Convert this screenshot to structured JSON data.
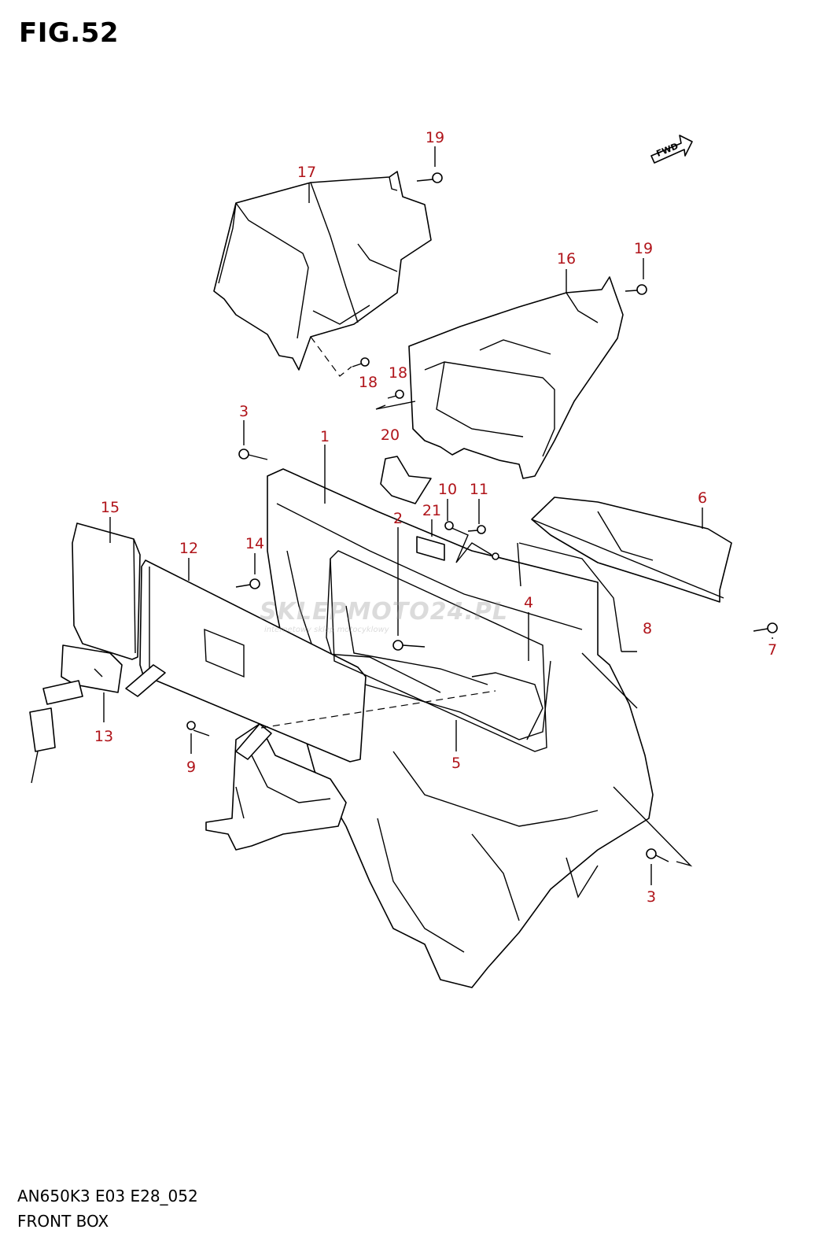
{
  "figure": {
    "title": "FIG.52",
    "code": "AN650K3 E03 E28_052",
    "name": "FRONT BOX",
    "fwd_label": "FWD",
    "watermark_main": "SKLEPMOTO24.PL",
    "watermark_sub": "internetowy sklep motocyklowy"
  },
  "callouts": {
    "c1": "1",
    "c2": "2",
    "c3a": "3",
    "c3b": "3",
    "c4": "4",
    "c5": "5",
    "c6": "6",
    "c7": "7",
    "c8": "8",
    "c9": "9",
    "c10": "10",
    "c11": "11",
    "c12": "12",
    "c13": "13",
    "c14": "14",
    "c15": "15",
    "c16": "16",
    "c17": "17",
    "c18a": "18",
    "c18b": "18",
    "c19a": "19",
    "c19b": "19",
    "c20": "20",
    "c21": "21"
  },
  "colors": {
    "callout": "#b0141a",
    "line": "#000000"
  }
}
